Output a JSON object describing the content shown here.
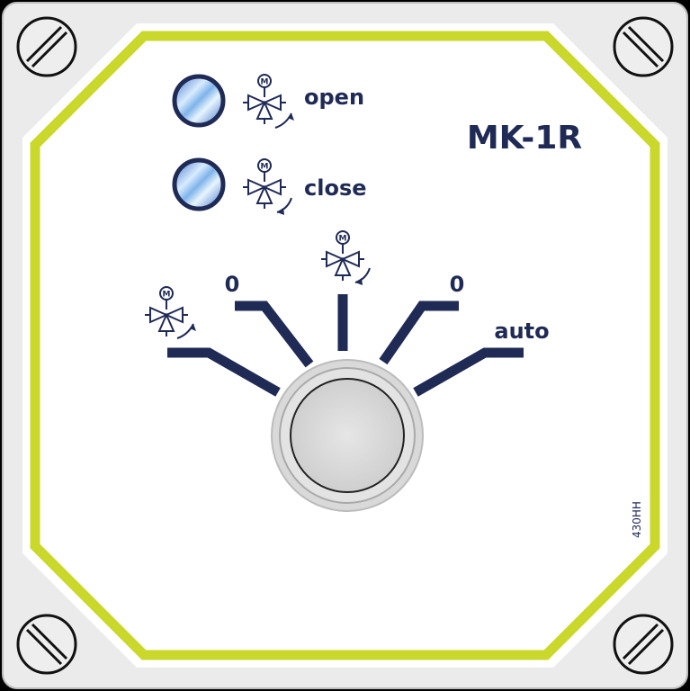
{
  "device": {
    "model": "MK-1R",
    "serial": "430HH"
  },
  "indicators": [
    {
      "label": "open",
      "icon": "valve-motor-open-icon"
    },
    {
      "label": "close",
      "icon": "valve-motor-close-icon"
    }
  ],
  "switch": {
    "positions": [
      {
        "label": "",
        "icon": "valve-motor-open-icon"
      },
      {
        "label": "0"
      },
      {
        "label": "",
        "icon": "valve-motor-close-icon"
      },
      {
        "label": "0"
      },
      {
        "label": "auto"
      }
    ]
  },
  "colors": {
    "frame": "#c9d82b",
    "ink": "#1f2a55",
    "housing": "#ebebeb",
    "lens": "#7fa9da"
  }
}
